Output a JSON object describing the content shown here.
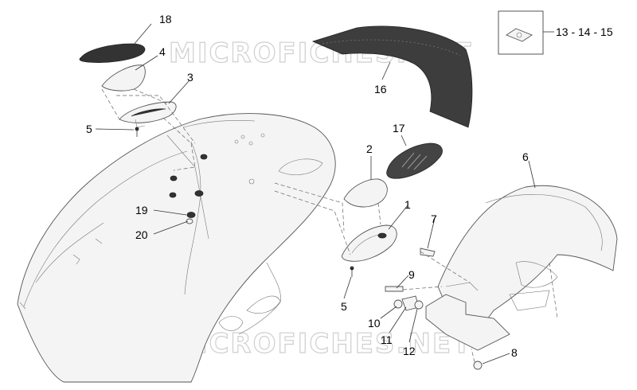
{
  "watermark": "MICROFICHES.NET",
  "callout_group": "13 - 14 - 15",
  "callouts": [
    {
      "id": "18",
      "text": "18"
    },
    {
      "id": "4",
      "text": "4"
    },
    {
      "id": "3",
      "text": "3"
    },
    {
      "id": "5a",
      "text": "5"
    },
    {
      "id": "16",
      "text": "16"
    },
    {
      "id": "17",
      "text": "17"
    },
    {
      "id": "2",
      "text": "2"
    },
    {
      "id": "1",
      "text": "1"
    },
    {
      "id": "6",
      "text": "6"
    },
    {
      "id": "7",
      "text": "7"
    },
    {
      "id": "19",
      "text": "19"
    },
    {
      "id": "20",
      "text": "20"
    },
    {
      "id": "9",
      "text": "9"
    },
    {
      "id": "5b",
      "text": "5"
    },
    {
      "id": "10",
      "text": "10"
    },
    {
      "id": "11",
      "text": "11"
    },
    {
      "id": "12",
      "text": "12"
    },
    {
      "id": "8",
      "text": "8"
    }
  ]
}
